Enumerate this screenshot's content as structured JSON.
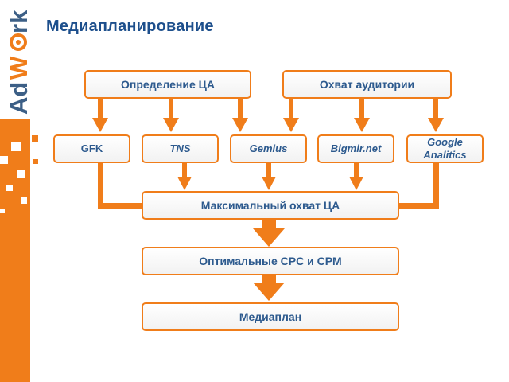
{
  "title": "Медиапланирование",
  "logo": {
    "text": "AdWork",
    "accent": "#f07d1a",
    "brand_blue": "#3c5f86"
  },
  "colors": {
    "title": "#1d4f8c",
    "box_text": "#2d5a8e",
    "connector": "#f07d1a"
  },
  "diagram": {
    "top": {
      "define_audience": "Определение ЦА",
      "reach_audience": "Охват аудитории"
    },
    "sources": {
      "gfk": "GFK",
      "tns": "TNS",
      "gemius": "Gemius",
      "bigmir": "Bigmir.net",
      "google": "Google Analitics"
    },
    "max_reach": "Максимальный охват ЦА",
    "optimal": "Оптимальные CPC и CPM",
    "mediaplan": "Медиаплан"
  }
}
